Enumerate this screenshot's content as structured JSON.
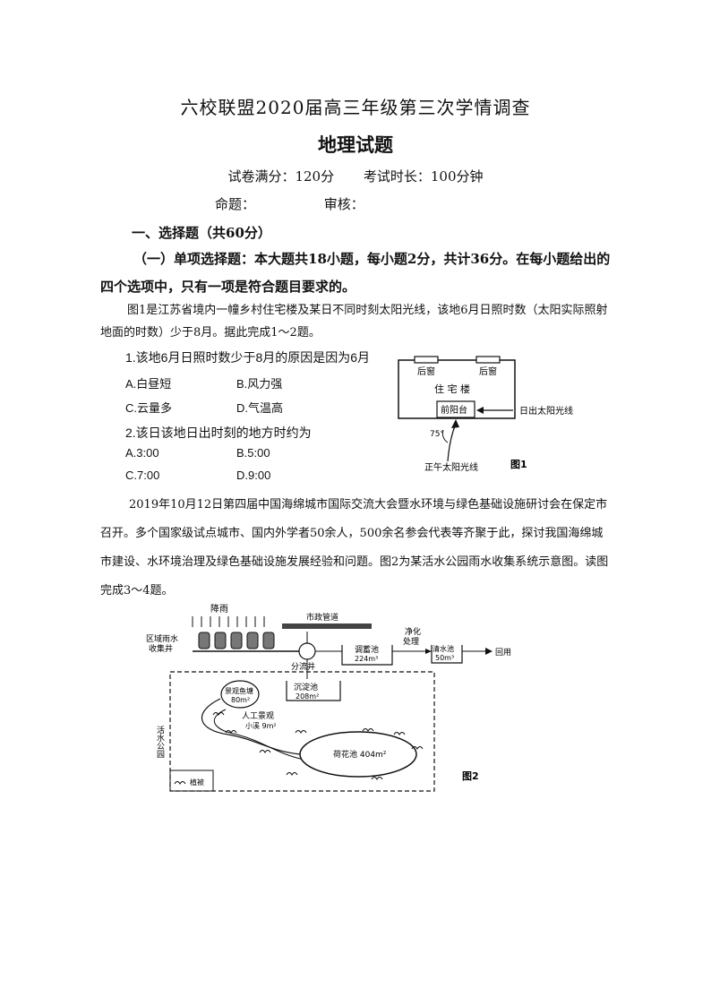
{
  "header": {
    "title": "六校联盟2020届高三年级第三次学情调查",
    "subject": "地理试题",
    "full_score": "试卷满分：120分",
    "duration": "考试时长：100分钟",
    "setter": "命题：",
    "reviewer": "审核："
  },
  "section": {
    "title": "一、选择题（共60分）",
    "part1_intro": "（一）单项选择题：本大题共18小题，每小题2分，共计36分。在每小题给出的四个选项中，只有一项是符合题目要求的。"
  },
  "passage1": "图1是江苏省境内一幢乡村住宅楼及某日不同时刻太阳光线，该地6月日照时数（太阳实际照射地面的时数）少于8月。据此完成1～2题。",
  "q1": {
    "stem": "1.该地6月日照时数少于8月的原因是因为6月",
    "a": "A.白昼短",
    "b": "B.风力强",
    "c": "C.云量多",
    "d": "D.气温高"
  },
  "q2": {
    "stem": "2.该日该地日出时刻的地方时约为",
    "a": "A.3:00",
    "b": "B.5:00",
    "c": "C.7:00",
    "d": "D.9:00"
  },
  "fig1": {
    "back_window_left": "后窗",
    "back_window_right": "后窗",
    "building": "住  宅  楼",
    "balcony": "前阳台",
    "sunrise_ray": "日出太阳光线",
    "angle": "75°",
    "noon_ray": "正午太阳光线",
    "caption": "图1"
  },
  "passage2": "2019年10月12日第四届中国海绵城市国际交流大会暨水环境与绿色基础设施研讨会在保定市召开。多个国家级试点城市、国内外学者50余人，500余名参会代表等齐聚于此，探讨我国海绵城市建设、水环境治理及绿色基础设施发展经验和问题。图2为某活水公园雨水收集系统示意图。读图完成3～4题。",
  "fig2": {
    "rain": "降雨",
    "collect_well_1": "区域雨水",
    "collect_well_2": "收集井",
    "municipal_pipe": "市政管道",
    "diversion_well": "分流井",
    "storage_pool": "调蓄池",
    "storage_area": "224m³",
    "purify_1": "净化",
    "purify_2": "处理",
    "clean_pool": "清水池",
    "clean_area": "50m³",
    "reuse": "回用",
    "fish_pond": "景观鱼塘",
    "fish_area": "80m²",
    "sediment_pool": "沉淀池",
    "sediment_area": "208m²",
    "stream_1": "人工景观",
    "stream_2": "小溪 9m²",
    "lotus_pond": "荷花池 404m²",
    "park": "活水公园",
    "vegetation": "植被",
    "caption": "图2"
  }
}
